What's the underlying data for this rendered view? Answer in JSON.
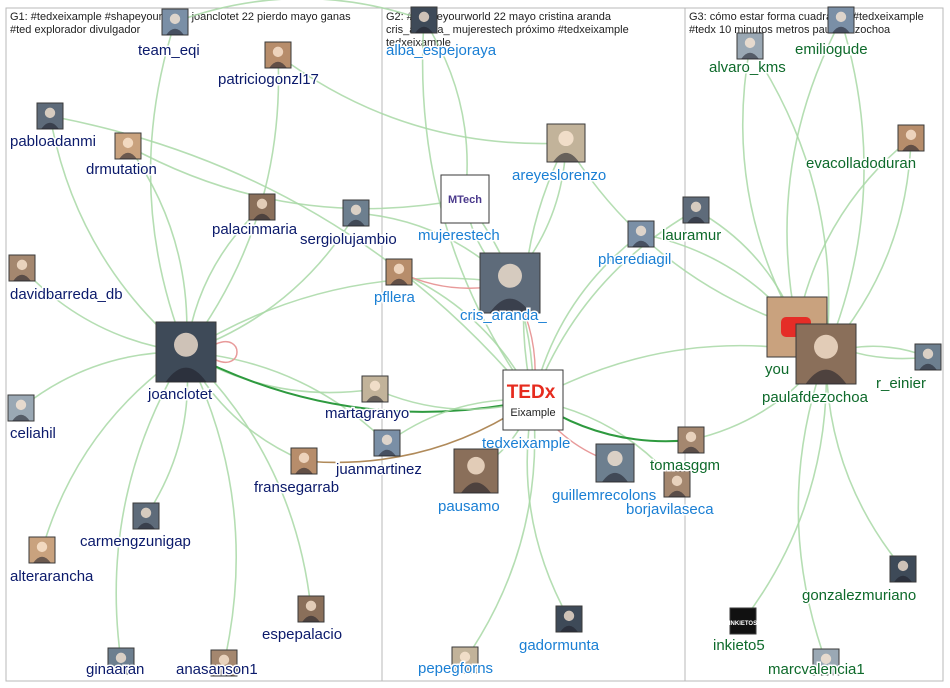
{
  "groups": [
    {
      "id": "G1",
      "header": "G1: #tedxeixample #shapeyourworld joanclotet 22 pierdo mayo ganas\n#ted explorador divulgador",
      "label_color": "#0b1a6b"
    },
    {
      "id": "G2",
      "header": "G2: #shapeyourworld 22 mayo cristina aranda\ncris_aranda_ mujerestech próximo #tedxeixample\ntedxeixample",
      "label_color": "#1a7fd4"
    },
    {
      "id": "G3",
      "header": "G3: cómo estar forma cuadrados #tedxeixample\n#tedx 10 minutos metros paulafdezochoa",
      "label_color": "#0e6a2b"
    }
  ],
  "colors": {
    "edge": "#a9d9a6",
    "edge_strong": "#2e9a3f",
    "edge_reply": "#e89a9a",
    "edge_brown": "#b08a5a",
    "panel_border": "#b9b9b9"
  },
  "nodes": [
    {
      "id": "team_eqi",
      "label": "team_eqi",
      "group": "G1"
    },
    {
      "id": "patriciogonzl17",
      "label": "patriciogonzl17",
      "group": "G1"
    },
    {
      "id": "pabloadanmi",
      "label": "pabloadanmi",
      "group": "G1"
    },
    {
      "id": "drmutation",
      "label": "drmutation",
      "group": "G1"
    },
    {
      "id": "palacinmaria",
      "label": "palacinmaria",
      "group": "G1"
    },
    {
      "id": "sergiolujambio",
      "label": "sergiolujambio",
      "group": "G1"
    },
    {
      "id": "davidbarreda_db",
      "label": "davidbarreda_db",
      "group": "G1"
    },
    {
      "id": "joanclotet",
      "label": "joanclotet",
      "group": "G1",
      "big": true
    },
    {
      "id": "martagranyo",
      "label": "martagranyo",
      "group": "G1"
    },
    {
      "id": "celiahil",
      "label": "celiahil",
      "group": "G1"
    },
    {
      "id": "juanmartinez",
      "label": "juanmartinez",
      "group": "G1"
    },
    {
      "id": "fransegarrab",
      "label": "fransegarrab",
      "group": "G1"
    },
    {
      "id": "carmengzunigap",
      "label": "carmengzunigap",
      "group": "G1"
    },
    {
      "id": "alterarancha",
      "label": "alterarancha",
      "group": "G1"
    },
    {
      "id": "espepalacio",
      "label": "espepalacio",
      "group": "G1"
    },
    {
      "id": "ginaaran",
      "label": "ginaaran",
      "group": "G1"
    },
    {
      "id": "anasanson1",
      "label": "anasanson1",
      "group": "G1"
    },
    {
      "id": "alba_espejoraya",
      "label": "alba_espejoraya",
      "group": "G2"
    },
    {
      "id": "areyeslorenzo",
      "label": "areyeslorenzo",
      "group": "G2"
    },
    {
      "id": "mujerestech",
      "label": "mujerestech",
      "group": "G2",
      "logo": "MTech"
    },
    {
      "id": "pherediagil",
      "label": "pherediagil",
      "group": "G2"
    },
    {
      "id": "pfllera",
      "label": "pfllera",
      "group": "G2"
    },
    {
      "id": "cris_aranda_",
      "label": "cris_aranda_",
      "group": "G2",
      "big": true
    },
    {
      "id": "tedxeixample",
      "label": "tedxeixample",
      "group": "G2",
      "big": true,
      "logo_main": "TEDx",
      "logo_sub": "Eixample"
    },
    {
      "id": "pausamo",
      "label": "pausamo",
      "group": "G2"
    },
    {
      "id": "guillemrecolons",
      "label": "guillemrecolons",
      "group": "G2"
    },
    {
      "id": "borjavilaseca",
      "label": "borjavilaseca",
      "group": "G2"
    },
    {
      "id": "gadormunta",
      "label": "gadormunta",
      "group": "G2"
    },
    {
      "id": "pepegforns",
      "label": "pepegforns",
      "group": "G2"
    },
    {
      "id": "alvaro_kms",
      "label": "alvaro_kms",
      "group": "G3"
    },
    {
      "id": "emiliogude",
      "label": "emiliogude",
      "group": "G3"
    },
    {
      "id": "evacolladoduran",
      "label": "evacolladoduran",
      "group": "G3"
    },
    {
      "id": "lauramur",
      "label": "lauramur",
      "group": "G3"
    },
    {
      "id": "youtube",
      "label": "you",
      "group": "G3",
      "big": true
    },
    {
      "id": "paulafdezochoa",
      "label": "paulafdezochoa",
      "group": "G3",
      "big": true
    },
    {
      "id": "r_einier",
      "label": "r_einier",
      "group": "G3"
    },
    {
      "id": "tomasggm",
      "label": "tomasggm",
      "group": "G3"
    },
    {
      "id": "gonzalezmuriano",
      "label": "gonzalezmuriano",
      "group": "G3"
    },
    {
      "id": "inkieto5",
      "label": "inkieto5",
      "group": "G3",
      "logo": "INKIETOS"
    },
    {
      "id": "marcvalencia1",
      "label": "marcvalencia1",
      "group": "G3"
    }
  ],
  "edges": [
    [
      "team_eqi",
      "joanclotet"
    ],
    [
      "patriciogonzl17",
      "joanclotet"
    ],
    [
      "pabloadanmi",
      "joanclotet"
    ],
    [
      "drmutation",
      "joanclotet"
    ],
    [
      "palacinmaria",
      "joanclotet"
    ],
    [
      "sergiolujambio",
      "joanclotet"
    ],
    [
      "davidbarreda_db",
      "joanclotet"
    ],
    [
      "celiahil",
      "joanclotet"
    ],
    [
      "carmengzunigap",
      "joanclotet"
    ],
    [
      "alterarancha",
      "joanclotet"
    ],
    [
      "espepalacio",
      "joanclotet"
    ],
    [
      "ginaaran",
      "joanclotet"
    ],
    [
      "anasanson1",
      "joanclotet"
    ],
    [
      "fransegarrab",
      "joanclotet"
    ],
    [
      "juanmartinez",
      "joanclotet"
    ],
    [
      "martagranyo",
      "joanclotet"
    ],
    [
      "joanclotet",
      "tedxeixample",
      "strong"
    ],
    [
      "joanclotet",
      "cris_aranda_"
    ],
    [
      "martagranyo",
      "tedxeixample"
    ],
    [
      "juanmartinez",
      "tedxeixample"
    ],
    [
      "fransegarrab",
      "tedxeixample",
      "brown"
    ],
    [
      "pabloadanmi",
      "tedxeixample"
    ],
    [
      "drmutation",
      "mujerestech"
    ],
    [
      "sergiolujambio",
      "cris_aranda_"
    ],
    [
      "alba_espejoraya",
      "tedxeixample"
    ],
    [
      "alba_espejoraya",
      "mujerestech"
    ],
    [
      "areyeslorenzo",
      "tedxeixample"
    ],
    [
      "areyeslorenzo",
      "cris_aranda_"
    ],
    [
      "mujerestech",
      "cris_aranda_"
    ],
    [
      "mujerestech",
      "tedxeixample"
    ],
    [
      "pherediagil",
      "tedxeixample"
    ],
    [
      "pfllera",
      "tedxeixample"
    ],
    [
      "pfllera",
      "cris_aranda_",
      "reply"
    ],
    [
      "cris_aranda_",
      "tedxeixample",
      "reply"
    ],
    [
      "pausamo",
      "tedxeixample"
    ],
    [
      "guillemrecolons",
      "tedxeixample",
      "reply"
    ],
    [
      "borjavilaseca",
      "tedxeixample"
    ],
    [
      "gadormunta",
      "tedxeixample"
    ],
    [
      "pepegforns",
      "tedxeixample"
    ],
    [
      "tomasggm",
      "tedxeixample",
      "strong"
    ],
    [
      "lauramur",
      "tedxeixample"
    ],
    [
      "lauramur",
      "youtube"
    ],
    [
      "alvaro_kms",
      "youtube"
    ],
    [
      "alvaro_kms",
      "paulafdezochoa"
    ],
    [
      "emiliogude",
      "youtube"
    ],
    [
      "emiliogude",
      "paulafdezochoa"
    ],
    [
      "evacolladoduran",
      "youtube"
    ],
    [
      "evacolladoduran",
      "paulafdezochoa"
    ],
    [
      "r_einier",
      "paulafdezochoa"
    ],
    [
      "r_einier",
      "youtube"
    ],
    [
      "paulafdezochoa",
      "tedxeixample"
    ],
    [
      "gonzalezmuriano",
      "paulafdezochoa"
    ],
    [
      "inkieto5",
      "paulafdezochoa"
    ],
    [
      "marcvalencia1",
      "paulafdezochoa"
    ],
    [
      "tomasggm",
      "paulafdezochoa"
    ],
    [
      "pherediagil",
      "youtube"
    ],
    [
      "areyeslorenzo",
      "youtube"
    ],
    [
      "team_eqi",
      "alba_espejoraya"
    ],
    [
      "patriciogonzl17",
      "areyeslorenzo"
    ]
  ]
}
